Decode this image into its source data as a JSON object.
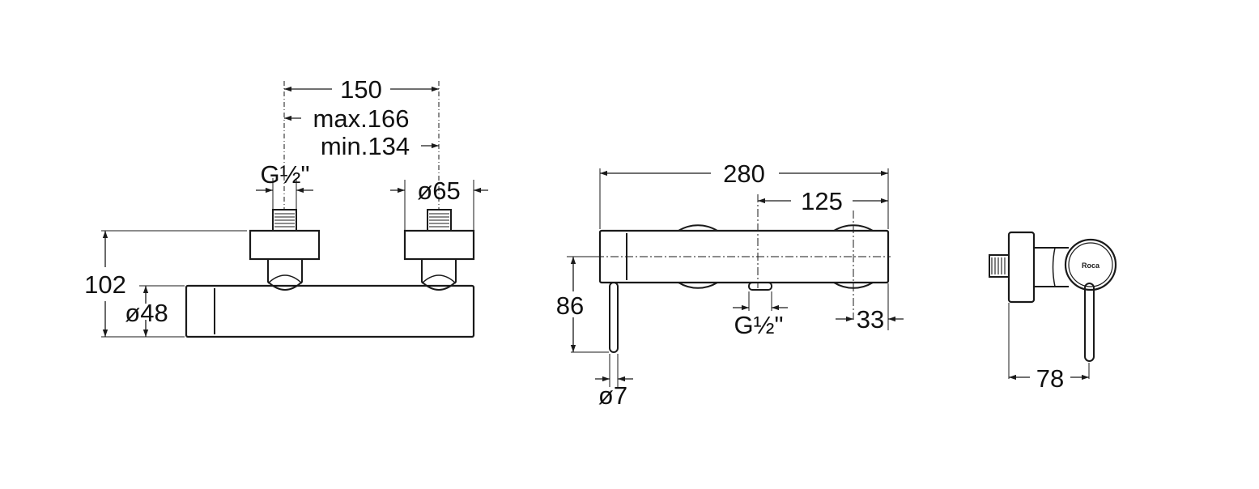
{
  "colors": {
    "line": "#1a1a1a",
    "background": "#ffffff"
  },
  "front_view": {
    "spacing": "150",
    "spacing_max": "max.166",
    "spacing_min": "min.134",
    "inlet_thread": "G½\"",
    "flange_diameter": "ø65",
    "height": "102",
    "body_diameter": "ø48"
  },
  "top_view": {
    "length": "280",
    "offset": "125",
    "height": "86",
    "outlet_thread": "G½\"",
    "end_offset": "33",
    "lever_diameter": "ø7"
  },
  "side_view": {
    "depth": "78",
    "logo_text": "Roca"
  }
}
